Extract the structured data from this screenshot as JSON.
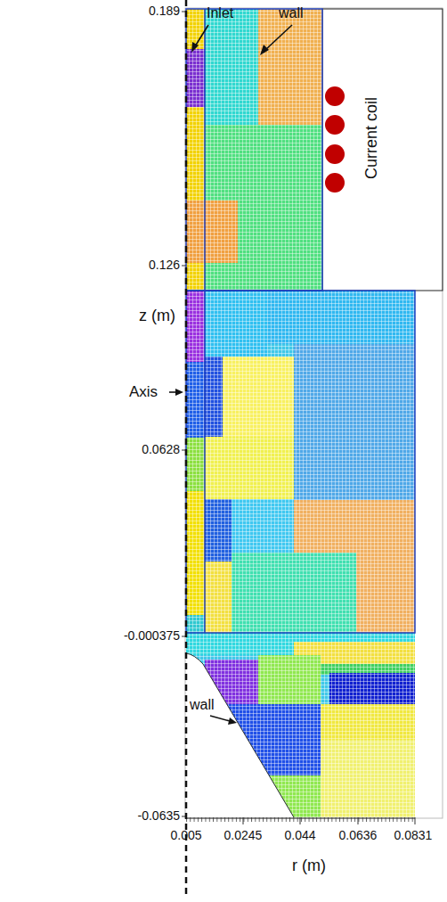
{
  "diagram": {
    "labels": [
      "Inlet",
      "wall",
      "0.189",
      "Current coil",
      "0.126",
      "z (m)",
      "Axis",
      "0.0628",
      "-0.000375",
      "wall",
      "-0.0635",
      "0.005",
      "0.0245",
      "0.044",
      "0.0636",
      "0.0831",
      "r (m)"
    ]
  }
}
